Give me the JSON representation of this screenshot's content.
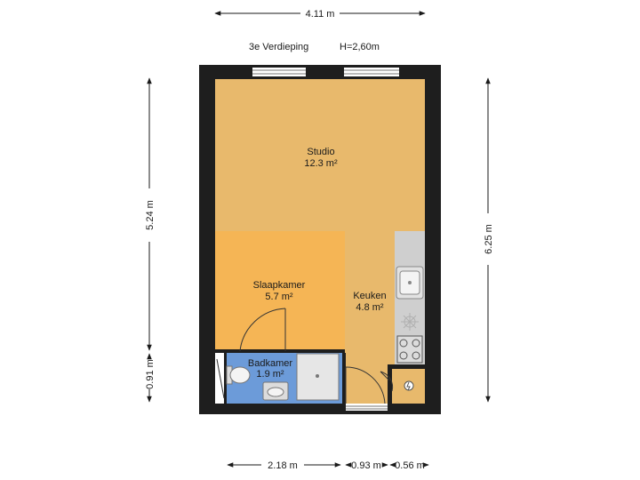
{
  "header": {
    "floor": "3e Verdieping",
    "height": "H=2,60m"
  },
  "rooms": {
    "studio": {
      "name": "Studio",
      "area": "12.3 m²"
    },
    "slaapkamer": {
      "name": "Slaapkamer",
      "area": "5.7 m²"
    },
    "keuken": {
      "name": "Keuken",
      "area": "4.8 m²"
    },
    "badkamer": {
      "name": "Badkamer",
      "area": "1.9 m²"
    }
  },
  "dimensions": {
    "top": "4.11 m",
    "left_upper": "5.24 m",
    "left_lower": "0.91 m",
    "right": "6.25 m",
    "bottom_1": "2.18 m",
    "bottom_2": "0.93 m",
    "bottom_3": "0.56 m"
  },
  "colors": {
    "studio": "#e8b96c",
    "slaapkamer": "#f5b555",
    "badkamer": "#6c9bd9",
    "wall": "#1e1e1e",
    "counter": "#c9c9c9"
  }
}
